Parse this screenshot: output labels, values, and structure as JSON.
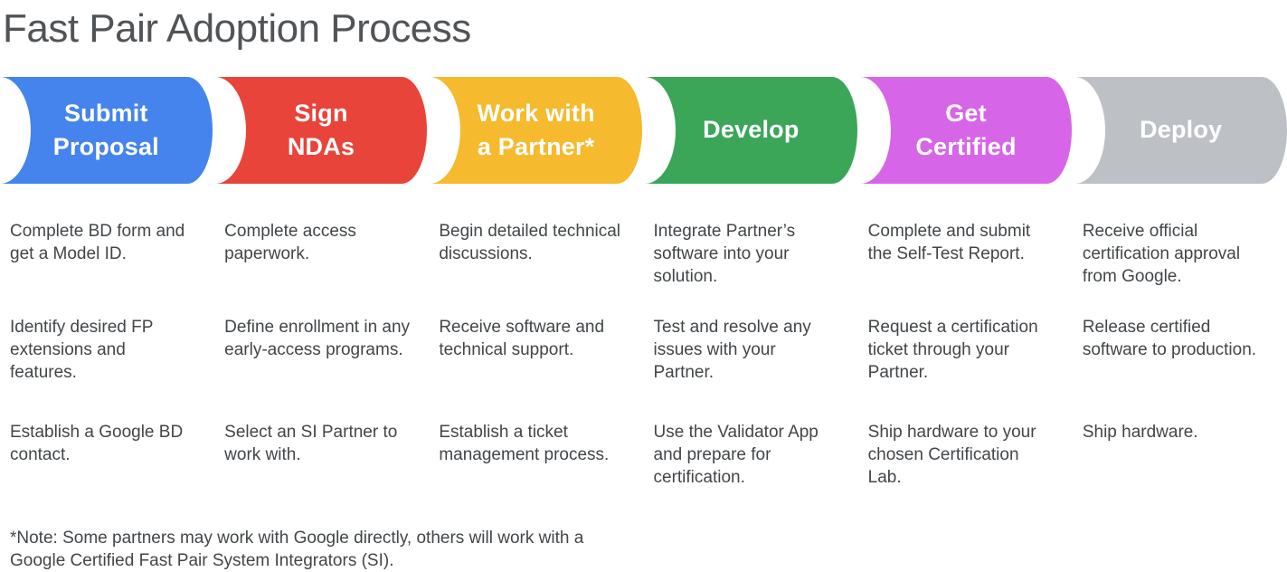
{
  "page": {
    "title": "Fast Pair Adoption Process",
    "note": "*Note: Some partners may work with Google directly, others will work with a Google Certified Fast Pair System Integrators (SI)."
  },
  "steps": [
    {
      "title": "Submit Proposal",
      "color": "#4484EC",
      "tasks": [
        "Complete BD form and get a Model ID.",
        "Identify desired FP extensions and features.",
        "Establish a Google BD contact."
      ]
    },
    {
      "title": "Sign NDAs",
      "color": "#E8443A",
      "tasks": [
        "Complete access paperwork.",
        "Define enrollment in any early-access programs.",
        "Select an SI Partner to work with."
      ]
    },
    {
      "title": "Work with a Partner*",
      "color": "#F5BA2D",
      "tasks": [
        "Begin detailed technical discussions.",
        "Receive software and technical support.",
        "Establish a ticket management process."
      ]
    },
    {
      "title": "Develop",
      "color": "#3BA558",
      "tasks": [
        "Integrate Partner’s software into your solution.",
        "Test and resolve any issues with your Partner.",
        "Use the Validator App and prepare for certification."
      ]
    },
    {
      "title": "Get Certified",
      "color": "#D765E8",
      "tasks": [
        "Complete and submit the Self-Test Report.",
        "Request a certification ticket through your Partner.",
        "Ship hardware to your chosen Certification Lab."
      ]
    },
    {
      "title": "Deploy",
      "color": "#BDC1C6",
      "tasks": [
        "Receive official certification approval from Google.",
        "Release certified software to production.",
        "Ship hardware."
      ]
    }
  ]
}
